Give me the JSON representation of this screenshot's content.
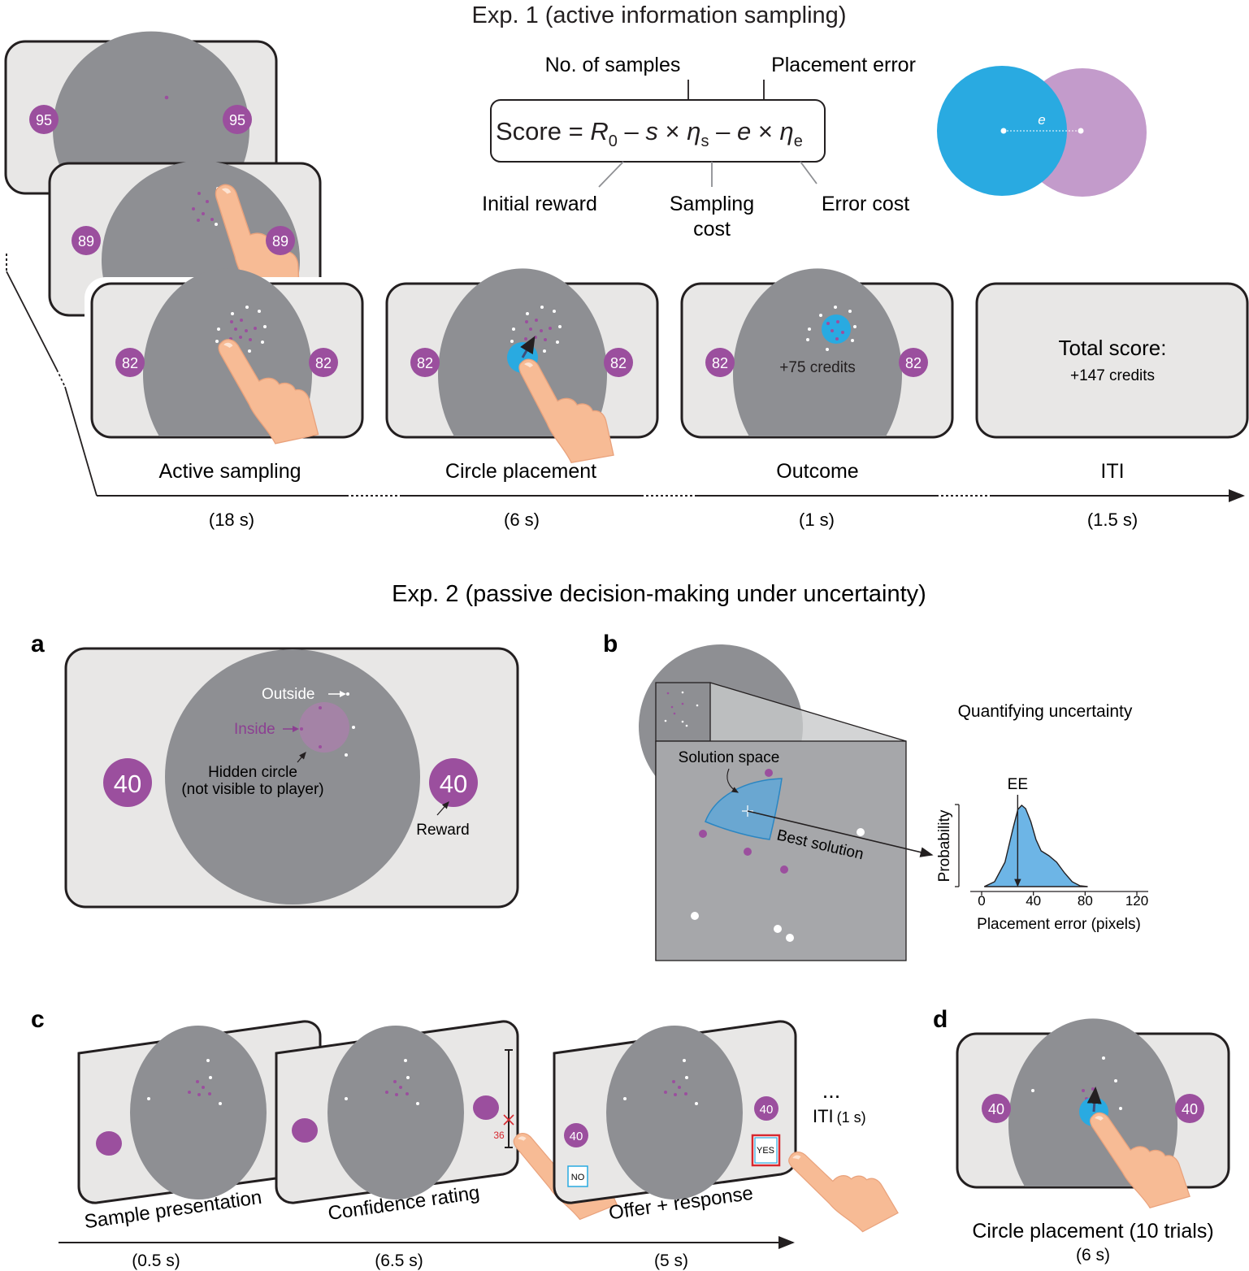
{
  "exp1": {
    "title": "Exp. 1 (active information sampling)",
    "formula": {
      "label_samples": "No. of samples",
      "label_error": "Placement error",
      "score_word": "Score",
      "eq": "=",
      "r": "R",
      "r_sub": "0",
      "minus": "–",
      "s": "s",
      "times": "×",
      "eta": "η",
      "eta_s_sub": "s",
      "e": "e",
      "eta_e_sub": "e",
      "label_initial": "Initial reward",
      "label_sampling_1": "Sampling",
      "label_sampling_2": "cost",
      "label_errorcost": "Error cost",
      "venn_label": "e"
    },
    "stack": {
      "back_score": "95",
      "mid_score": "89"
    },
    "screens": [
      {
        "score": "82",
        "label": "Active sampling",
        "duration": "(18 s)"
      },
      {
        "score": "82",
        "label": "Circle placement",
        "duration": "(6 s)"
      },
      {
        "score": "82",
        "label": "Outcome",
        "duration": "(1 s)",
        "center_text": "+75 credits"
      },
      {
        "label": "ITI",
        "duration": "(1.5 s)",
        "total_title": "Total score:",
        "total_value": "+147 credits"
      }
    ],
    "colors": {
      "purple": "#9b4f9e",
      "blue": "#29aae1",
      "lavender": "#c39bcb",
      "screen_bg": "#e8e7e6",
      "disk": "#8e8f93"
    }
  },
  "exp2": {
    "title": "Exp. 2 (passive decision-making under uncertainty)",
    "panel_a": {
      "letter": "a",
      "score_left": "40",
      "score_right": "40",
      "outside": "Outside",
      "inside": "Inside",
      "hidden_1": "Hidden circle",
      "hidden_2": "(not visible to player)",
      "reward": "Reward"
    },
    "panel_b": {
      "letter": "b",
      "solution_space": "Solution space",
      "best_solution": "Best solution",
      "quantifying": "Quantifying uncertainty",
      "ee": "EE",
      "ylabel": "Probability",
      "xlabel": "Placement error (pixels)",
      "xticks": [
        "0",
        "40",
        "80",
        "120"
      ]
    },
    "panel_c": {
      "letter": "c",
      "screens": [
        {
          "label": "Sample presentation",
          "duration": "(0.5 s)"
        },
        {
          "label": "Confidence rating",
          "duration": "(6.5 s)",
          "rating": "36"
        },
        {
          "label": "Offer + response",
          "duration": "(5 s)",
          "score": "40",
          "score2": "40",
          "no": "NO",
          "yes": "YES"
        }
      ],
      "ellipsis": "...",
      "iti": "ITI",
      "iti_dur": "(1 s)"
    },
    "panel_d": {
      "letter": "d",
      "score_left": "40",
      "score_right": "40",
      "label": "Circle placement (10 trials)",
      "duration": "(6 s)"
    }
  },
  "chart_data": {
    "type": "area",
    "xlabel": "Placement error (pixels)",
    "ylabel": "Probability",
    "xlim": [
      0,
      120
    ],
    "xticks": [
      0,
      40,
      80,
      120
    ],
    "x": [
      2,
      10,
      18,
      24,
      28,
      31,
      34,
      38,
      42,
      46,
      52,
      58,
      64,
      70,
      76,
      82
    ],
    "y": [
      0.0,
      0.06,
      0.3,
      0.7,
      0.95,
      1.0,
      0.96,
      0.8,
      0.58,
      0.44,
      0.38,
      0.3,
      0.17,
      0.06,
      0.01,
      0.0
    ],
    "annotations": [
      "EE"
    ]
  }
}
